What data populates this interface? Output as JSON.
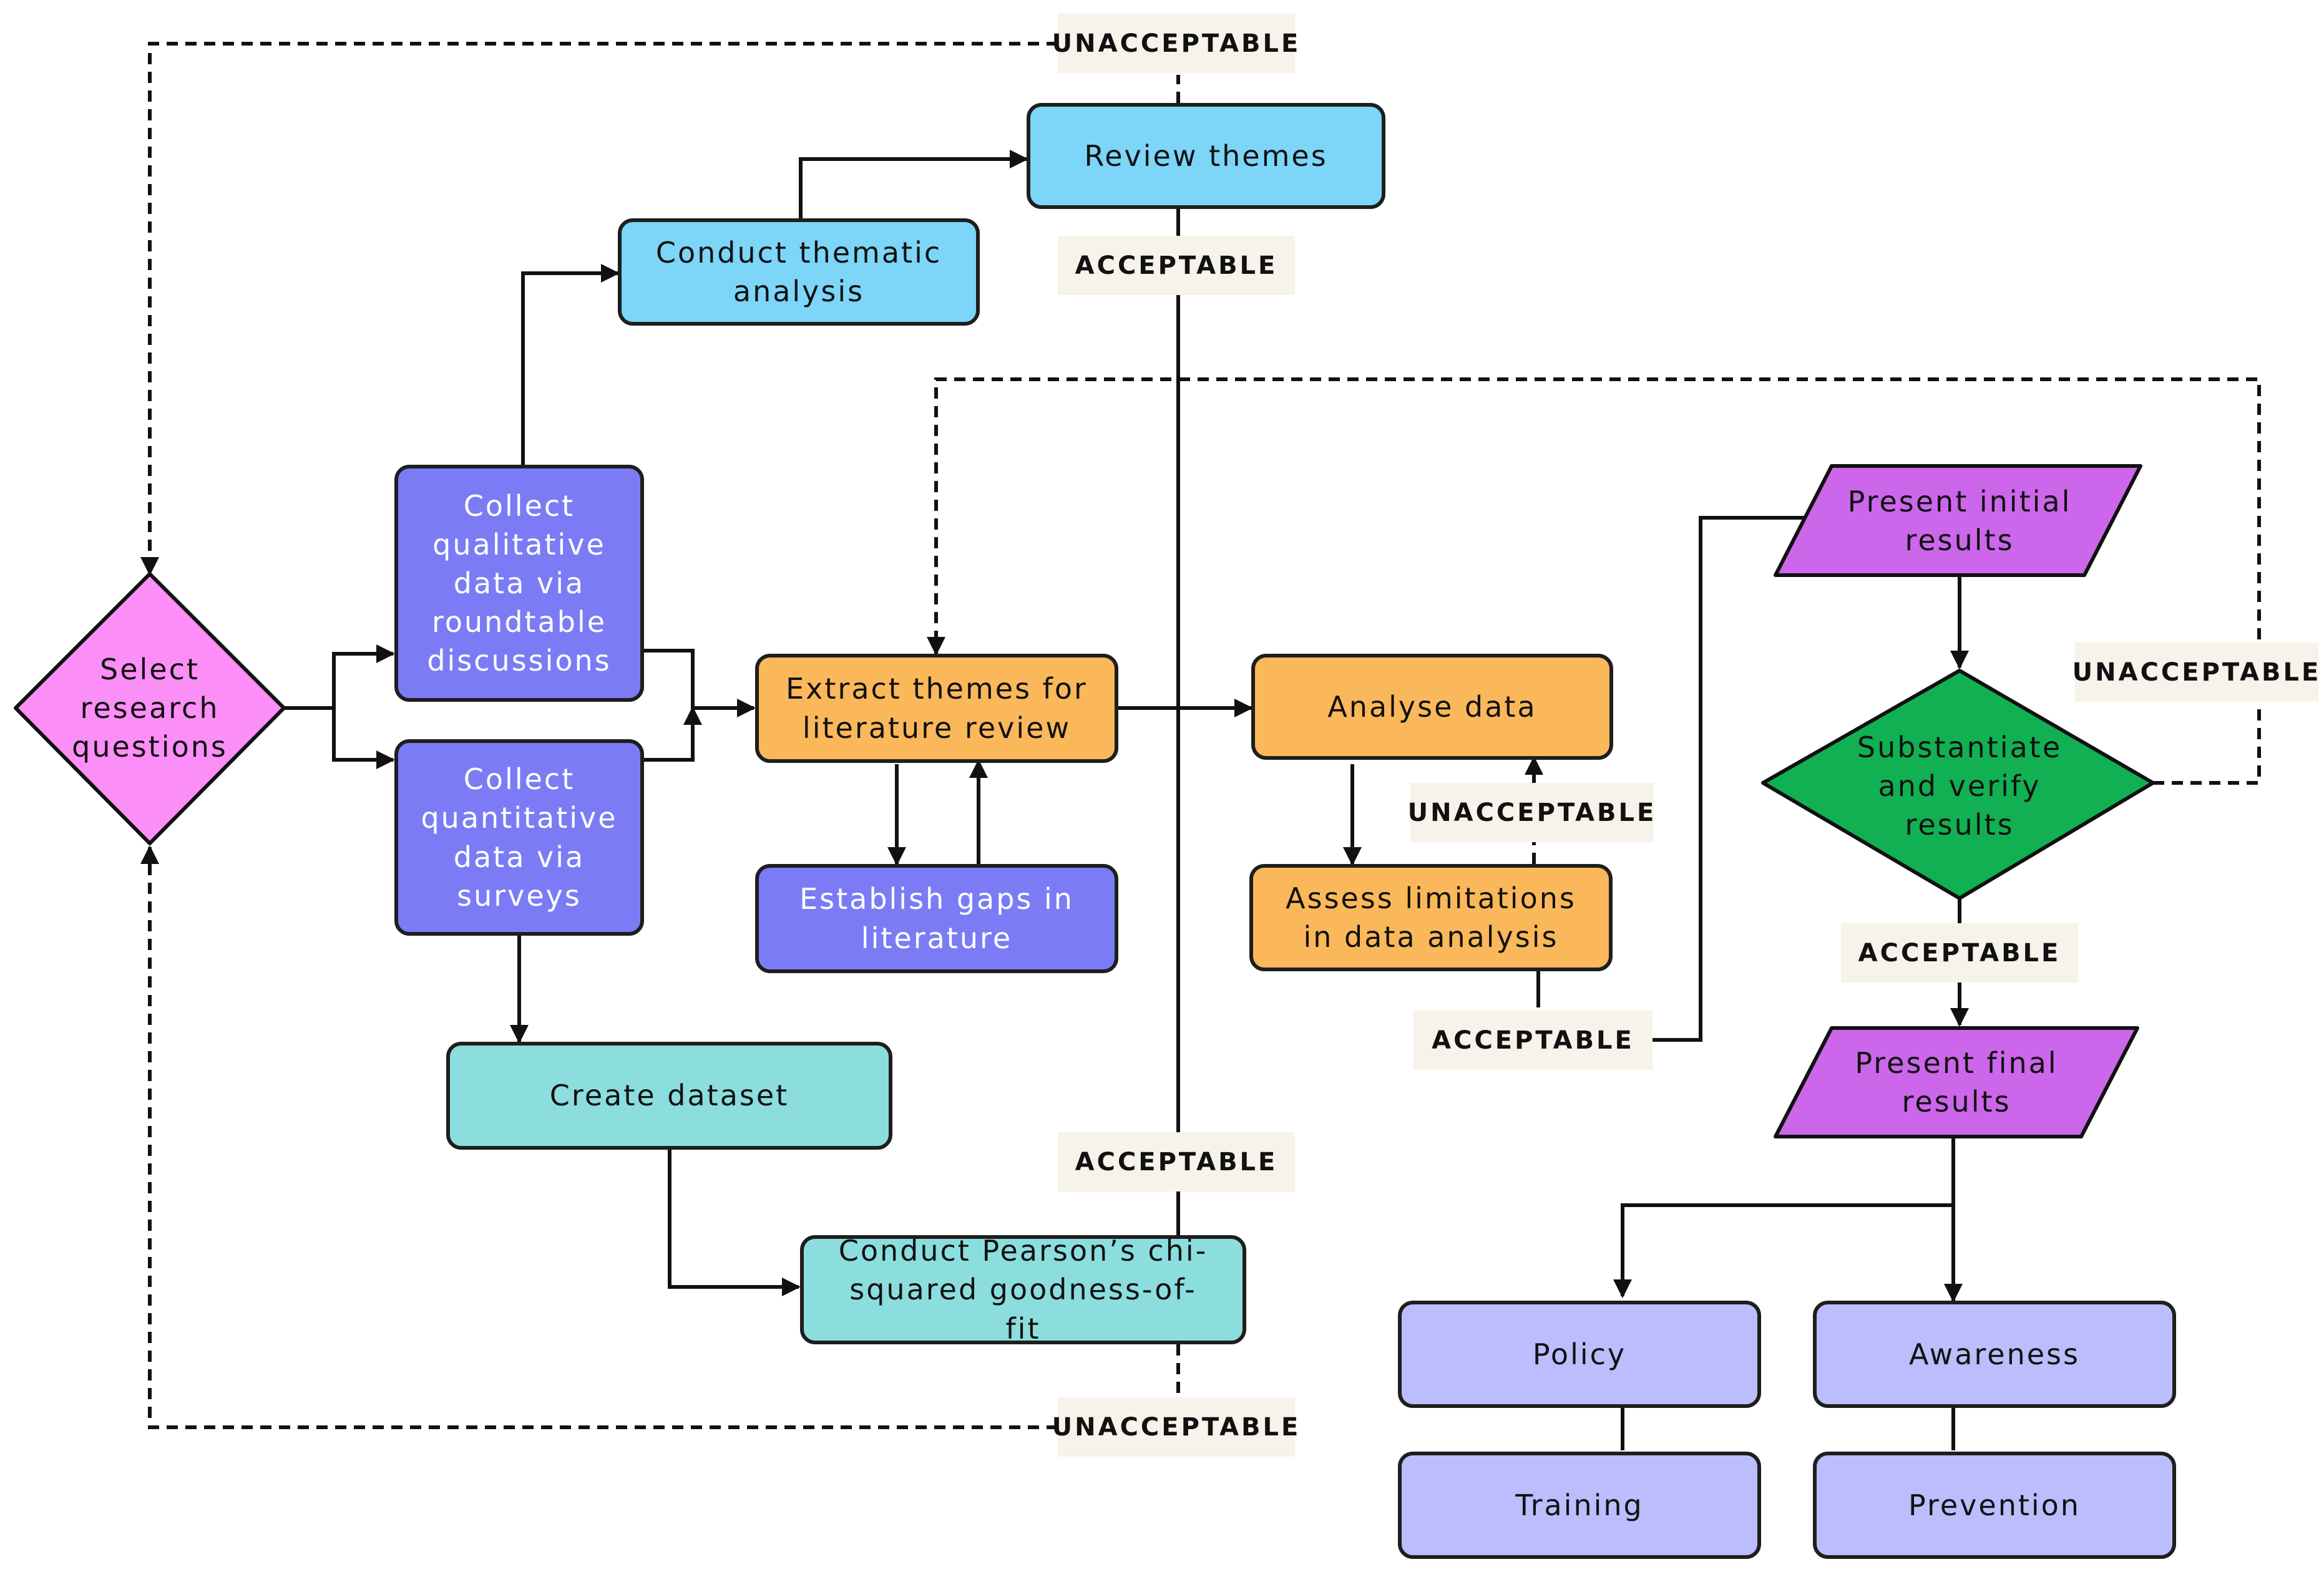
{
  "nodes": {
    "select": "Select research questions",
    "collect_qual": "Collect qualitative data via roundtable discussions",
    "collect_quant": "Collect quantitative data via surveys",
    "thematic": "Conduct thematic analysis",
    "review": "Review themes",
    "extract": "Extract themes for literature review",
    "gaps": "Establish gaps in literature",
    "dataset": "Create dataset",
    "pearson": "Conduct Pearson’s chi-squared goodness-of-fit",
    "analyse": "Analyse data",
    "assess": "Assess limitations in data analysis",
    "present_initial": "Present initial results",
    "substantiate": "Substantiate and verify results",
    "present_final": "Present final results",
    "policy": "Policy",
    "training": "Training",
    "awareness": "Awareness",
    "prevention": "Prevention"
  },
  "labels": {
    "top_unacceptable": "UNACCEPTABLE",
    "review_acceptable": "ACCEPTABLE",
    "right_unacceptable": "UNACCEPTABLE",
    "assess_unacceptable": "UNACCEPTABLE",
    "assess_acceptable": "ACCEPTABLE",
    "substantiate_acceptable": "ACCEPTABLE",
    "pearson_acceptable": "ACCEPTABLE",
    "bottom_unacceptable": "UNACCEPTABLE"
  },
  "colors": {
    "pink": "#fb8ef7",
    "purple_blue": "#7b7cf5",
    "sky": "#7dd5f7",
    "orange": "#fbb85a",
    "teal": "#8bdedd",
    "violet": "#cc66ea",
    "green": "#11b052",
    "lavender": "#bbbdfd"
  }
}
